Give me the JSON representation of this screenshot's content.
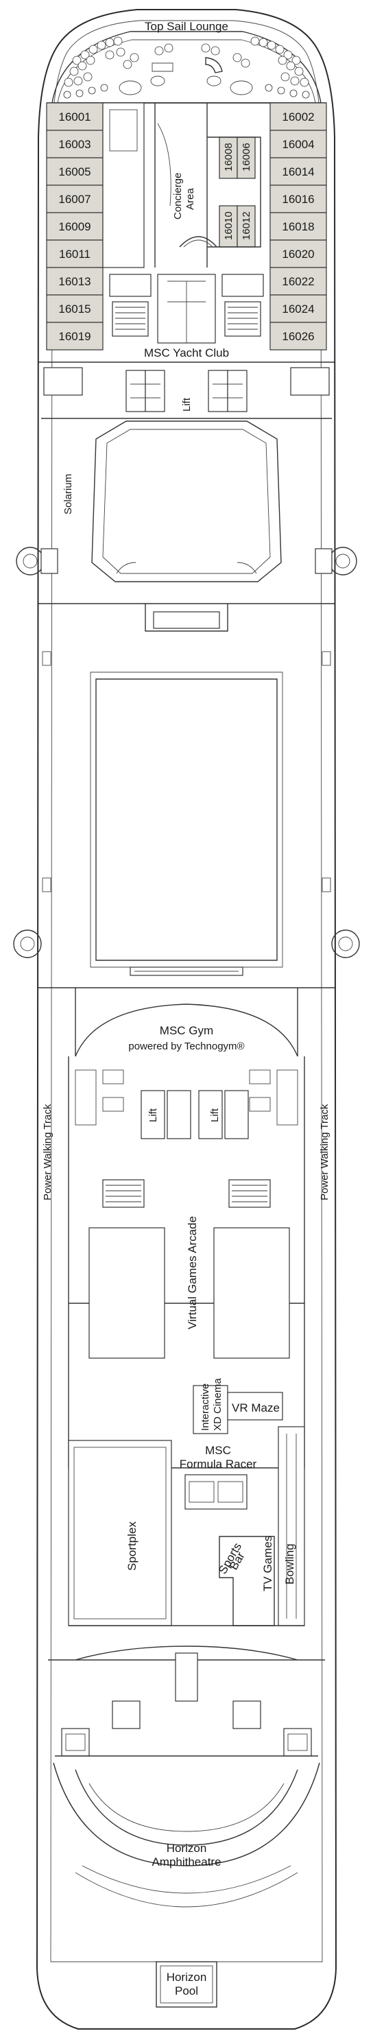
{
  "colors": {
    "cabin_fill": "#dcdad2",
    "outline": "#333333",
    "background": "#ffffff"
  },
  "labels": {
    "top_sail_lounge": "Top Sail Lounge",
    "concierge_area": [
      "Concierge",
      "Area"
    ],
    "msc_yacht_club": "MSC Yacht Club",
    "lift": "Lift",
    "solarium": "Solarium",
    "msc_gym": "MSC Gym",
    "powered_by": "powered by Technogym®",
    "power_walking_track": "Power Walking Track",
    "virtual_games_arcade": "Virtual Games Arcade",
    "interactive_xd_cinema": [
      "Interactive",
      "XD Cinema"
    ],
    "vr_maze": "VR Maze",
    "msc_formula_racer": [
      "MSC",
      "Formula Racer"
    ],
    "sportplex": "Sportplex",
    "sports_bar": [
      "Sports",
      "Bar"
    ],
    "tv_games": "TV Games",
    "bowling": "Bowling",
    "horizon_amphitheatre": [
      "Horizon",
      "Amphitheatre"
    ],
    "horizon_pool": [
      "Horizon",
      "Pool"
    ]
  },
  "cabins_port": [
    "16001",
    "16003",
    "16005",
    "16007",
    "16009",
    "16011",
    "16013",
    "16015",
    "16019"
  ],
  "cabins_starboard": [
    "16002",
    "16004",
    "16014",
    "16016",
    "16018",
    "16020",
    "16022",
    "16024",
    "16026"
  ],
  "cabins_center": [
    "16008",
    "16006",
    "16010",
    "16012"
  ]
}
